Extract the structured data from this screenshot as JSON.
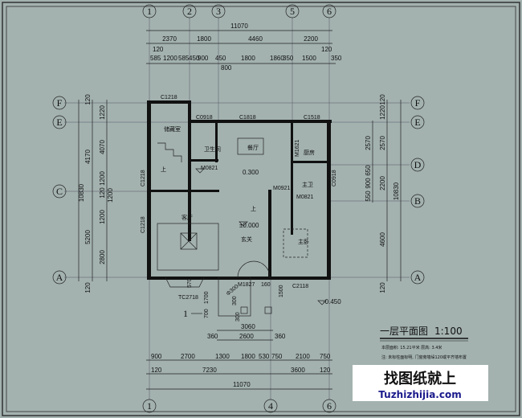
{
  "axes": {
    "top": [
      "1",
      "2",
      "3",
      "5",
      "6"
    ],
    "bottom": [
      "1",
      "4",
      "6"
    ],
    "left": [
      "F",
      "E",
      "C",
      "A"
    ],
    "right": [
      "F",
      "E",
      "D",
      "B",
      "A"
    ]
  },
  "dims_top": {
    "total": "11070",
    "row2": [
      "2370",
      "1800",
      "4460",
      "2200"
    ],
    "row3": [
      "585",
      "1200",
      "585",
      "450",
      "900",
      "450",
      "800",
      "1800",
      "1860",
      "350",
      "1500",
      "350"
    ],
    "edge": [
      "120",
      "120"
    ]
  },
  "dims_left": {
    "outer": "10830",
    "mid": [
      "4170",
      "5200"
    ],
    "inner": [
      "1220",
      "4070",
      "1200",
      "120",
      "1200",
      "1200",
      "2800"
    ],
    "edge": [
      "120",
      "120"
    ]
  },
  "dims_right": {
    "outer": "10830",
    "mid": [
      "1220",
      "2570",
      "2200",
      "4600"
    ],
    "inner": [
      "2570",
      "650",
      "900",
      "550"
    ],
    "edge": [
      "120",
      "120"
    ]
  },
  "dims_bottom": {
    "row1": [
      "900",
      "2700",
      "1300",
      "1800",
      "530",
      "750",
      "2100",
      "750"
    ],
    "row2": [
      "120",
      "7230",
      "3600",
      "120"
    ],
    "total": "11070",
    "porch": [
      "3060",
      "360",
      "2600",
      "360"
    ],
    "misc": [
      "570",
      "1700",
      "700",
      "300",
      "300",
      "Φ300",
      "1500",
      "160"
    ]
  },
  "openings": [
    "C1218",
    "C0918",
    "C1818",
    "C1518",
    "M1621",
    "M0821",
    "M0821",
    "M0921",
    "C0918",
    "C1218",
    "C1218",
    "TC2718",
    "M1827",
    "C2118"
  ],
  "rooms": [
    "储藏室",
    "卫生间",
    "餐厅",
    "厨房",
    "主卫",
    "客厅",
    "玄关",
    "主卧",
    "上",
    "上"
  ],
  "elevations": [
    "0.300",
    "±0.000",
    "-0.450"
  ],
  "section_mark": "1",
  "title": {
    "name": "一层平面图",
    "scale": "1:100",
    "area_note": "本层面积: 15.21平米  层高: 3.4米",
    "note": "注: 未标柱面标明, 门窗旁墙垛120或平齐墙布置"
  },
  "watermark": {
    "cn": "找图纸就上",
    "url": "Tuzhizhijia.com",
    "url_color": "#1a1a8c"
  },
  "colors": {
    "background": "#a3b2af",
    "lines": "#222222"
  }
}
